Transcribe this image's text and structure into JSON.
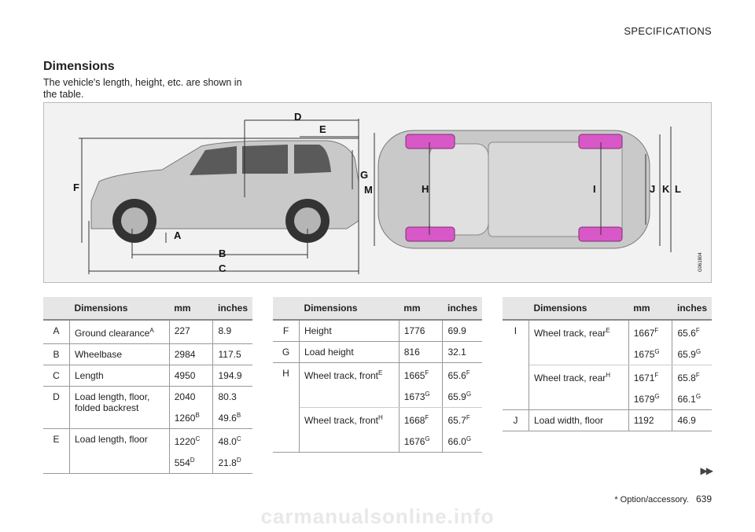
{
  "header": {
    "section": "SPECIFICATIONS"
  },
  "title": "Dimensions",
  "intro": "The vehicle's length, height, etc. are shown in the table.",
  "figure": {
    "labels": {
      "A": "A",
      "B": "B",
      "C": "C",
      "D": "D",
      "E": "E",
      "F": "F",
      "G": "G",
      "H": "H",
      "I": "I",
      "J": "J",
      "K": "K",
      "L": "L",
      "M": "M"
    },
    "code": "G061804"
  },
  "table_headers": {
    "dim": "Dimensions",
    "mm": "mm",
    "in": "inches"
  },
  "table1": [
    {
      "key": "A",
      "label": "Ground clearance",
      "sup": "A",
      "mm": "227",
      "in": "8.9"
    },
    {
      "key": "B",
      "label": "Wheelbase",
      "mm": "2984",
      "in": "117.5"
    },
    {
      "key": "C",
      "label": "Length",
      "mm": "4950",
      "in": "194.9"
    },
    {
      "key": "D",
      "label": "Load length, floor, folded backrest",
      "mm": "2040",
      "in": "80.3",
      "mm2": "1260",
      "mm2sup": "B",
      "in2": "49.6",
      "in2sup": "B"
    },
    {
      "key": "E",
      "label": "Load length, floor",
      "mm": "1220",
      "mmsup": "C",
      "in": "48.0",
      "insup": "C",
      "mm2": "554",
      "mm2sup": "D",
      "in2": "21.8",
      "in2sup": "D"
    }
  ],
  "table2": [
    {
      "key": "F",
      "label": "Height",
      "mm": "1776",
      "in": "69.9"
    },
    {
      "key": "G",
      "label": "Load height",
      "mm": "816",
      "in": "32.1"
    },
    {
      "key": "H",
      "label": "Wheel track, front",
      "sup": "E",
      "mm": "1665",
      "mmsup": "F",
      "in": "65.6",
      "insup": "F",
      "mm2": "1673",
      "mm2sup": "G",
      "in2": "65.9",
      "in2sup": "G"
    },
    {
      "key": "",
      "label": "Wheel track, front",
      "sup": "H",
      "mm": "1668",
      "mmsup": "F",
      "in": "65.7",
      "insup": "F",
      "mm2": "1676",
      "mm2sup": "G",
      "in2": "66.0",
      "in2sup": "G"
    }
  ],
  "table3": [
    {
      "key": "I",
      "label": "Wheel track, rear",
      "sup": "E",
      "mm": "1667",
      "mmsup": "F",
      "in": "65.6",
      "insup": "F",
      "mm2": "1675",
      "mm2sup": "G",
      "in2": "65.9",
      "in2sup": "G"
    },
    {
      "key": "",
      "label": "Wheel track, rear",
      "sup": "H",
      "mm": "1671",
      "mmsup": "F",
      "in": "65.8",
      "insup": "F",
      "mm2": "1679",
      "mm2sup": "G",
      "in2": "66.1",
      "in2sup": "G"
    },
    {
      "key": "J",
      "label": "Load width, floor",
      "mm": "1192",
      "in": "46.9"
    }
  ],
  "next_marker": "▶▶",
  "footer": {
    "note": "* Option/accessory.",
    "page": "639"
  },
  "watermark": "carmanualsonline.info"
}
